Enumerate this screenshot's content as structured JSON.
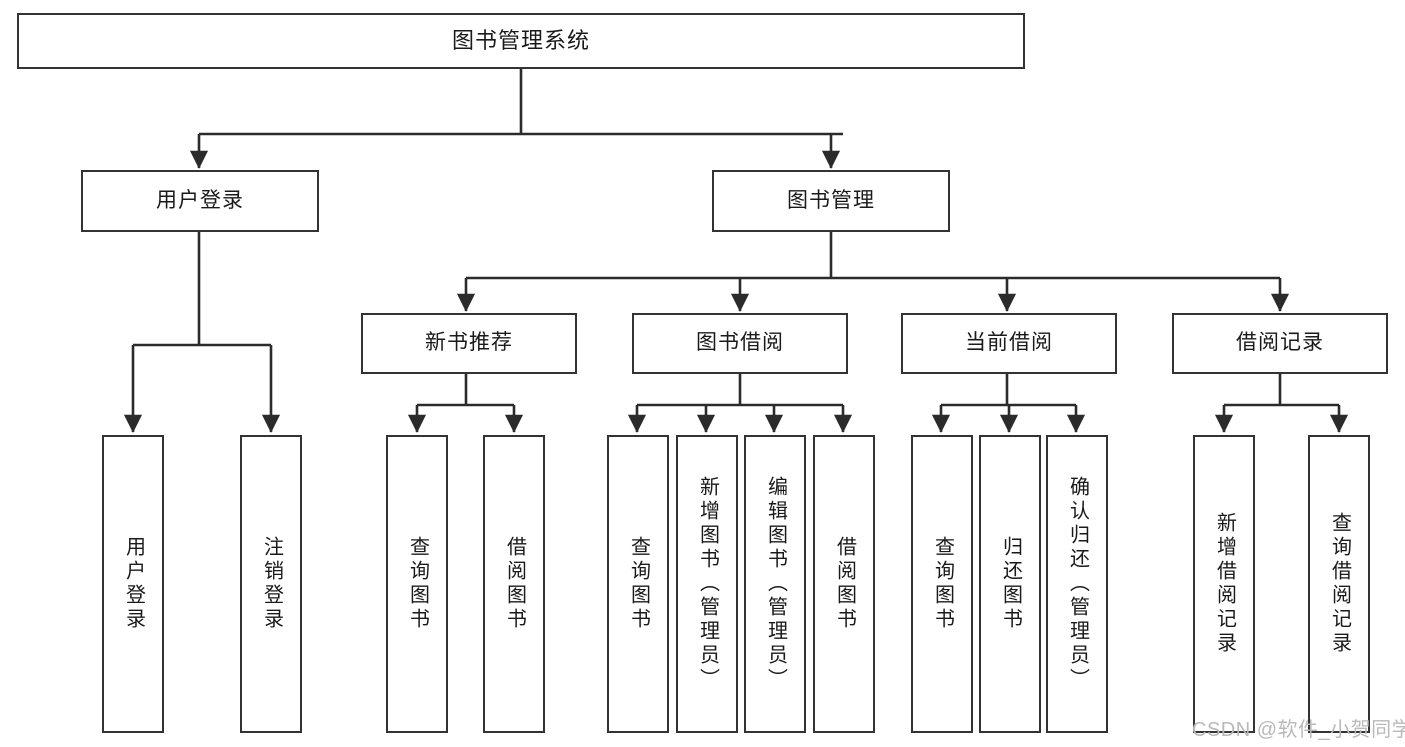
{
  "diagram": {
    "title": "图书管理系统",
    "type": "tree-structure-chart",
    "stroke_color": "#333333",
    "fill_color": "#ffffff",
    "text_color": "#1a1a1a"
  },
  "watermark": {
    "text": "CSDN @软件_小贺同学",
    "color": "#b9b9b9"
  },
  "nodes": {
    "root": {
      "label": "图书管理系统"
    },
    "level2": [
      {
        "label": "用户登录"
      },
      {
        "label": "图书管理"
      }
    ],
    "level3": [
      {
        "label": "新书推荐"
      },
      {
        "label": "图书借阅"
      },
      {
        "label": "当前借阅"
      },
      {
        "label": "借阅记录"
      }
    ],
    "leaves": {
      "user_login": [
        {
          "label": "用户登录"
        },
        {
          "label": "注销登录"
        }
      ],
      "new_book_recommend": [
        {
          "label": "查询图书"
        },
        {
          "label": "借阅图书"
        }
      ],
      "book_borrow": [
        {
          "label": "查询图书"
        },
        {
          "label": "新增图书（管理员）"
        },
        {
          "label": "编辑图书（管理员）"
        },
        {
          "label": "借阅图书"
        }
      ],
      "current_borrow": [
        {
          "label": "查询图书"
        },
        {
          "label": "归还图书"
        },
        {
          "label": "确认归还（管理员）"
        }
      ],
      "borrow_record": [
        {
          "label": "新增借阅记录"
        },
        {
          "label": "查询借阅记录"
        }
      ]
    }
  }
}
